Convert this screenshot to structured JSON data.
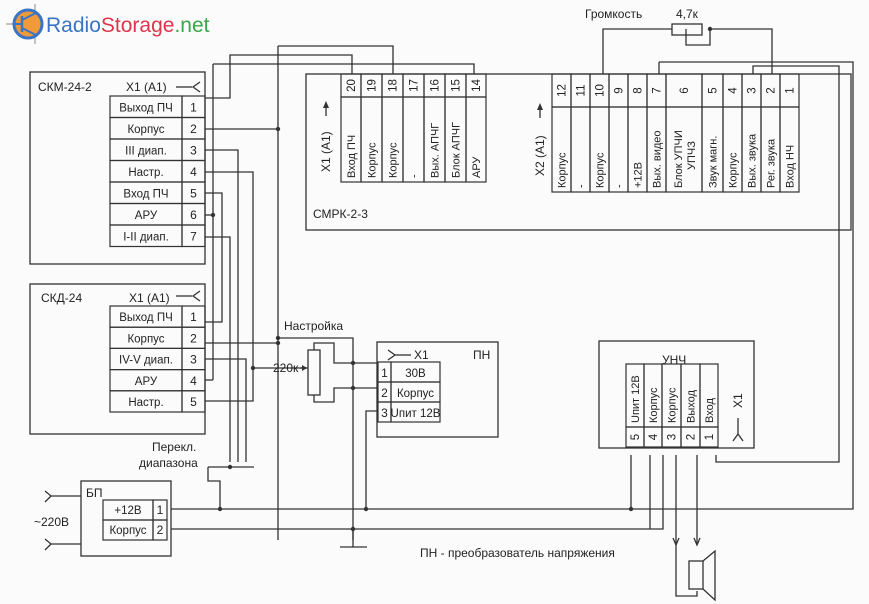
{
  "logo": {
    "part1": "Radio",
    "part2": "Storage",
    "part3": ".net",
    "colors": {
      "part1": "#3b74c4",
      "part2": "#e0334d",
      "part3": "#3aa64a",
      "icon": "#f29a3a"
    }
  },
  "blocks": {
    "skm": {
      "title": "СКМ-24-2",
      "connector": "X1 (A1)",
      "pins": [
        {
          "num": "1",
          "label": "Выход ПЧ"
        },
        {
          "num": "2",
          "label": "Корпус"
        },
        {
          "num": "3",
          "label": "III диап."
        },
        {
          "num": "4",
          "label": "Настр."
        },
        {
          "num": "5",
          "label": "Вход ПЧ"
        },
        {
          "num": "6",
          "label": "АРУ"
        },
        {
          "num": "7",
          "label": "I-II диап."
        }
      ]
    },
    "skd": {
      "title": "СКД-24",
      "connector": "X1 (A1)",
      "pins": [
        {
          "num": "1",
          "label": "Выход ПЧ"
        },
        {
          "num": "2",
          "label": "Корпус"
        },
        {
          "num": "3",
          "label": "IV-V диап."
        },
        {
          "num": "4",
          "label": "АРУ"
        },
        {
          "num": "5",
          "label": "Настр."
        }
      ]
    },
    "smrk": {
      "title": "СМРК-2-3",
      "x1": {
        "connector": "X1 (A1)",
        "pins": [
          {
            "num": "20",
            "label": "Вход ПЧ"
          },
          {
            "num": "19",
            "label": "Корпус"
          },
          {
            "num": "18",
            "label": "Корпус"
          },
          {
            "num": "17",
            "label": "-"
          },
          {
            "num": "16",
            "label": "Вых. АПЧГ"
          },
          {
            "num": "15",
            "label": "Блок АПЧГ"
          },
          {
            "num": "14",
            "label": "АРУ"
          }
        ]
      },
      "x2": {
        "connector": "X2 (A1)",
        "pins": [
          {
            "num": "12",
            "label": "Корпус"
          },
          {
            "num": "11",
            "label": "-"
          },
          {
            "num": "10",
            "label": "Корпус"
          },
          {
            "num": "9",
            "label": "-"
          },
          {
            "num": "8",
            "label": "+12В"
          },
          {
            "num": "7",
            "label": "Вых. видео"
          },
          {
            "num": "6",
            "label": "Блок УПЧИ",
            "label2": "УПЧЗ"
          },
          {
            "num": "5",
            "label": "Звук магн."
          },
          {
            "num": "4",
            "label": "Корпус"
          },
          {
            "num": "3",
            "label": "Вых. звука"
          },
          {
            "num": "2",
            "label": "Рег. звука"
          },
          {
            "num": "1",
            "label": "Вход НЧ"
          }
        ]
      }
    },
    "pn": {
      "title": "ПН",
      "connector": "X1",
      "pins": [
        {
          "num": "1",
          "label": "30В"
        },
        {
          "num": "2",
          "label": "Корпус"
        },
        {
          "num": "3",
          "label": "Uпит 12В"
        }
      ]
    },
    "unch": {
      "title": "УНЧ",
      "connector": "X1",
      "pins": [
        {
          "num": "5",
          "label": "Uпит 12В"
        },
        {
          "num": "4",
          "label": "Корпус"
        },
        {
          "num": "3",
          "label": "Корпус"
        },
        {
          "num": "2",
          "label": "Выход"
        },
        {
          "num": "1",
          "label": "Вход"
        }
      ]
    },
    "bp": {
      "title": "БП",
      "pins": [
        {
          "num": "1",
          "label": "+12В"
        },
        {
          "num": "2",
          "label": "Корпус"
        }
      ]
    }
  },
  "labels": {
    "volume": "Громкость",
    "volume_value": "4,7к",
    "tuning": "Настройка",
    "tuning_value": "220к",
    "band_switch_1": "Перекл.",
    "band_switch_2": "диапазона",
    "mains": "~220В",
    "legend": "ПН - преобразователь напряжения"
  }
}
